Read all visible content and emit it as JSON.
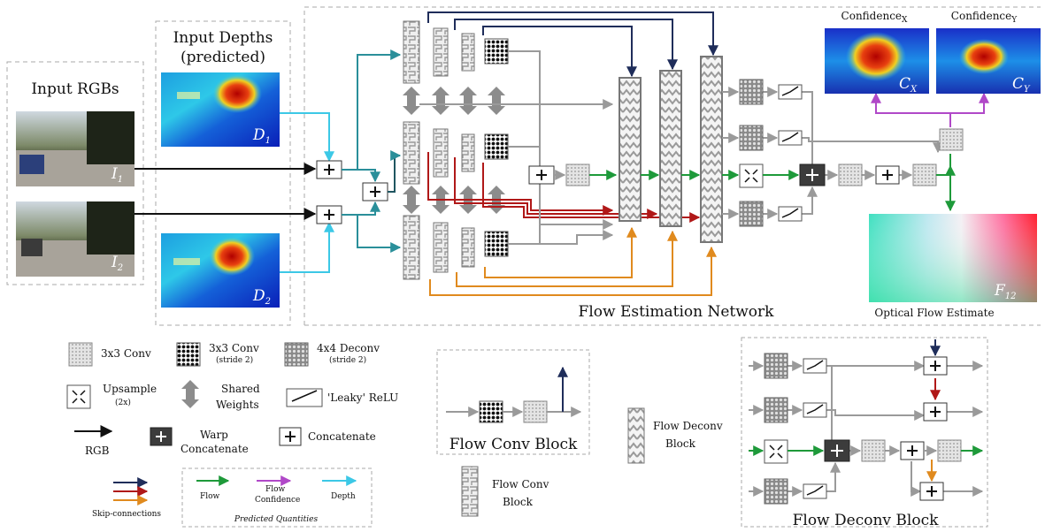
{
  "inputs": {
    "rgb_title": "Input RGBs",
    "depth_title_1": "Input Depths",
    "depth_title_2": "(predicted)",
    "i1": "I",
    "i1_sub": "1",
    "i2": "I",
    "i2_sub": "2",
    "d1": "D",
    "d1_sub": "1",
    "d2": "D",
    "d2_sub": "2"
  },
  "network": {
    "title": "Flow Estimation Network",
    "conf_x_label": "Confidence",
    "conf_x_sub": "X",
    "conf_y_label": "Confidence",
    "conf_y_sub": "Y",
    "cx": "C",
    "cx_sub": "X",
    "cy": "C",
    "cy_sub": "Y",
    "flow_sym": "F",
    "flow_sub": "12",
    "flow_label": "Optical Flow Estimate"
  },
  "legend": {
    "conv3": "3x3 Conv",
    "conv3s": "3x3 Conv",
    "conv3s_note": "(stride 2)",
    "deconv4": "4x4 Deconv",
    "deconv4_note": "(stride 2)",
    "upsample": "Upsample",
    "upsample_note": "(2x)",
    "shared_1": "Shared",
    "shared_2": "Weights",
    "leaky": "'Leaky' ReLU",
    "rgb": "RGB",
    "warp_1": "Warp",
    "warp_2": "Concatenate",
    "concat": "Concatenate",
    "skip": "Skip-connections",
    "flow": "Flow",
    "flowconf_1": "Flow",
    "flowconf_2": "Confidence",
    "depth": "Depth",
    "predicted": "Predicted Quantities",
    "conv_block_title": "Flow Conv Block",
    "conv_block_leg_1": "Flow Conv",
    "conv_block_leg_2": "Block",
    "deconv_block_leg_1": "Flow Deconv",
    "deconv_block_leg_2": "Block",
    "deconv_block_title": "Flow Deconv Block"
  },
  "colors": {
    "teal": "#2a8f9a",
    "cyan": "#3cc8e6",
    "navy": "#1f2d5a",
    "darkred": "#b01818",
    "orange": "#e08a1e",
    "green": "#1e9a3a",
    "purple": "#b048c8",
    "gray": "#9a9a9a"
  }
}
